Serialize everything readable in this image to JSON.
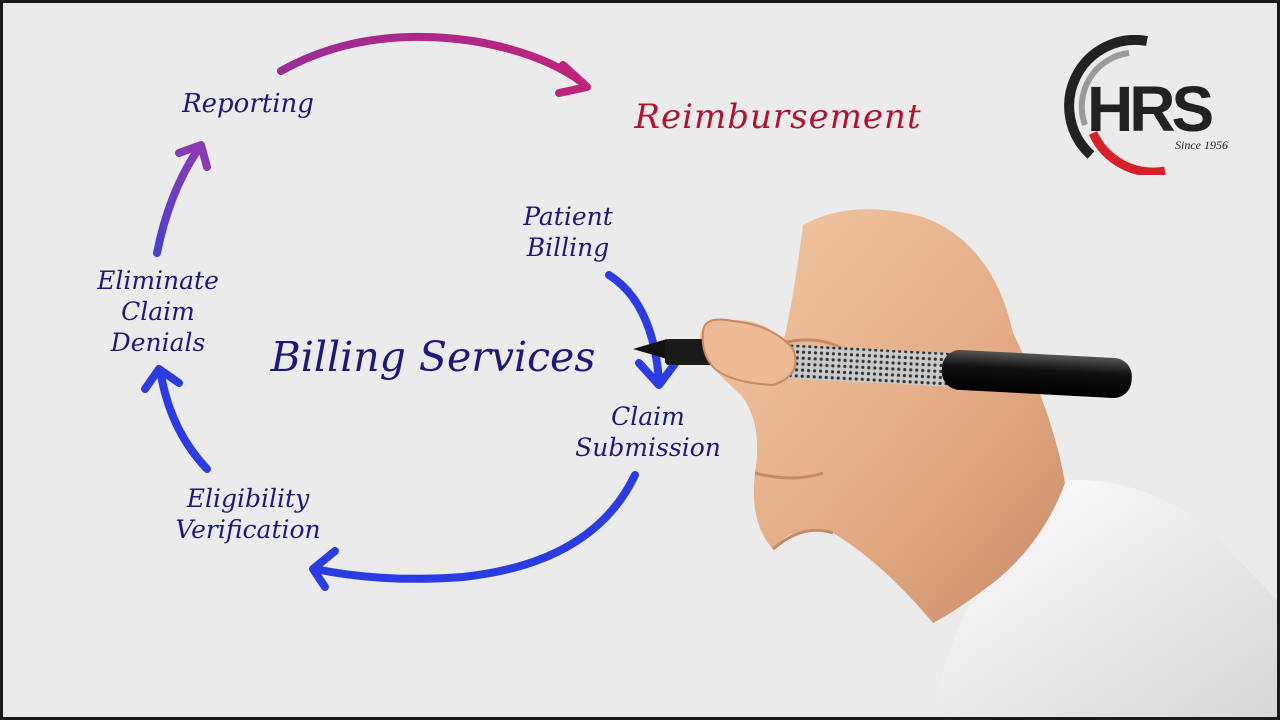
{
  "diagram": {
    "title": "Billing Services",
    "outcome": "Reimbursement",
    "steps": [
      {
        "lines": [
          "Patient",
          "Billing"
        ]
      },
      {
        "lines": [
          "Claim",
          "Submission"
        ]
      },
      {
        "lines": [
          "Eligibility",
          "Verification"
        ]
      },
      {
        "lines": [
          "Eliminate",
          "Claim",
          "Denials"
        ]
      },
      {
        "lines": [
          "Reporting"
        ]
      }
    ],
    "colors": {
      "text": "#1c1a78",
      "outcome_text": "#b0132e",
      "arrow_blue": "#2b3de0",
      "arrow_purple": "#7b3bb5",
      "arrow_magenta": "#b8227a"
    }
  },
  "logo": {
    "text": "HRS",
    "tagline": "Since 1956",
    "colors": {
      "primary": "#222222",
      "accent": "#d7202a",
      "arc_gray": "#9a9a9a"
    }
  }
}
